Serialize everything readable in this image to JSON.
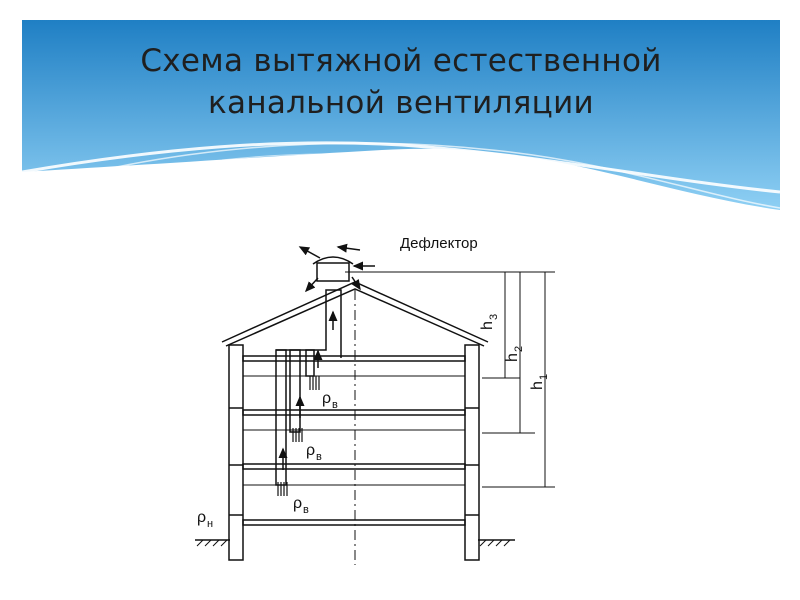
{
  "slide": {
    "title_line1": "Схема вытяжной естественной",
    "title_line2": "канальной вентиляции",
    "banner_color_top": "#1f7fc4",
    "banner_color_bottom": "#8fd0f4"
  },
  "diagram": {
    "deflector_label": "Дефлектор",
    "h1_label": "h",
    "h1_sub": "1",
    "h2_label": "h",
    "h2_sub": "2",
    "h3_label": "h",
    "h3_sub": "3",
    "rho_in_label": "ρ",
    "rho_in_sub": "в",
    "rho_out_label": "ρ",
    "rho_out_sub": "н"
  }
}
